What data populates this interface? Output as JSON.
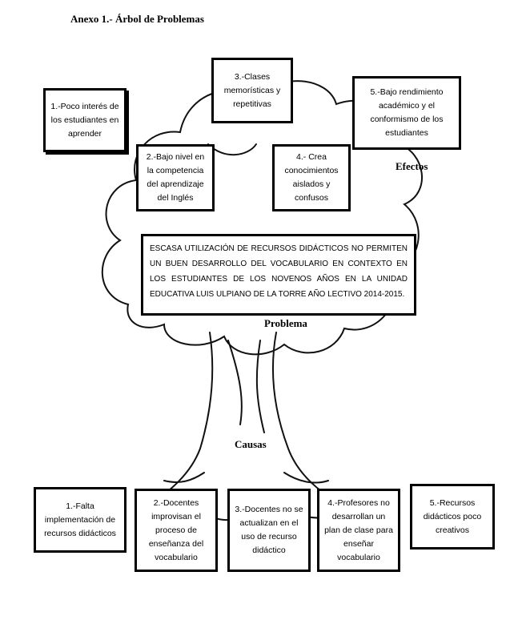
{
  "title": "Anexo 1.- Árbol de Problemas",
  "labels": {
    "effects": "Efectos",
    "problem": "Problema",
    "causes": "Causas"
  },
  "problem_statement": "ESCASA UTILIZACIÓN DE RECURSOS DIDÁCTICOS NO PERMITEN UN BUEN DESARROLLO DEL VOCABULARIO EN CONTEXTO EN LOS ESTUDIANTES DE LOS NOVENOS AÑOS EN LA UNIDAD EDUCATIVA LUIS ULPIANO DE LA TORRE AÑO LECTIVO 2014-2015.",
  "effects": [
    {
      "text": "1.-Poco interés de los estudiantes en aprender"
    },
    {
      "text": "2.-Bajo nivel en la competencia del aprendizaje del Inglés"
    },
    {
      "text": "3.-Clases memorísticas y repetitivas"
    },
    {
      "text": "4.- Crea conocimientos aislados y confusos"
    },
    {
      "text": "5.-Bajo rendimiento académico y el conformismo de los estudiantes"
    }
  ],
  "causes": [
    {
      "text": "1.-Falta implementación de recursos didácticos"
    },
    {
      "text": "2.-Docentes improvisan el proceso de enseñanza del vocabulario"
    },
    {
      "text": "3.-Docentes no se actualizan en el uso de recurso didáctico"
    },
    {
      "text": "4.-Profesores no desarrollan un plan de clase para enseñar vocabulario"
    },
    {
      "text": "5.-Recursos didácticos poco creativos"
    }
  ]
}
